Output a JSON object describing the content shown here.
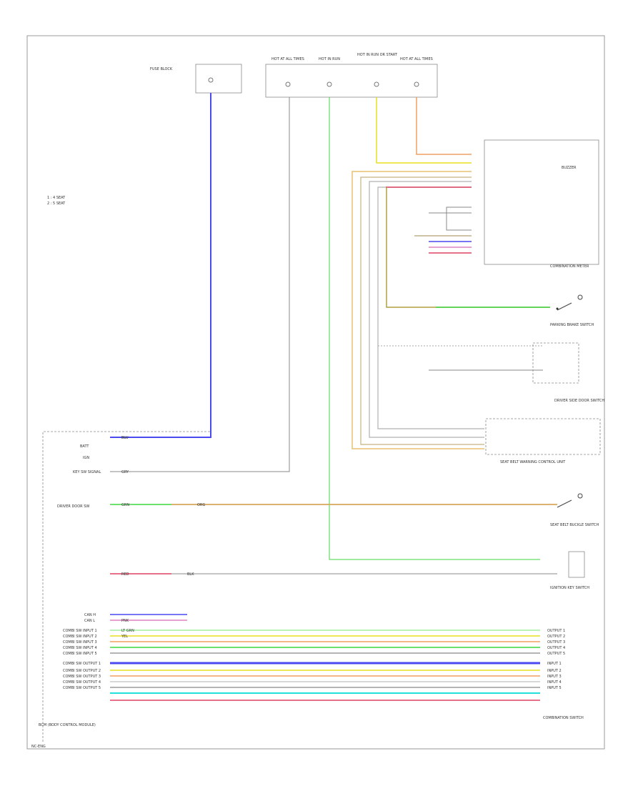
{
  "footer": {
    "code": "NC-ENG"
  },
  "legend": {
    "line1": "1 : 4 SEAT",
    "line2": "2 : 5 SEAT"
  },
  "components": {
    "fuse_left": "FUSE BLOCK",
    "fuse1": "HOT AT ALL TIMES",
    "fuse2": "HOT IN RUN",
    "fuse3": "HOT IN RUN OR START",
    "fuse4": "HOT AT ALL TIMES",
    "buzzer": "BUZZER",
    "combination_meter": "COMBINATION METER",
    "parking_brake_switch": "PARKING BRAKE SWITCH",
    "door_switch": "DRIVER SIDE DOOR SWITCH",
    "seat_belt": "SEAT BELT BUCKLE SWITCH",
    "ecm_bcm": "BCM (BODY CONTROL MODULE)",
    "ignition_switch": "IGNITION KEY SWITCH",
    "control_unit": "SEAT BELT WARNING CONTROL UNIT",
    "combination_switch": "COMBINATION SWITCH"
  },
  "wire_labels": {
    "blu": "BLU",
    "grn": "GRN",
    "yel": "YEL",
    "org": "ORG",
    "gry": "GRY",
    "red": "RED",
    "pnk": "PNK",
    "blk": "BLK",
    "lt_grn": "LT GRN"
  },
  "left_labels": {
    "can_h": "CAN H",
    "can_l": "CAN L",
    "batt": "BATT",
    "ign": "IGN",
    "door": "DRIVER DOOR SW",
    "key": "KEY SW SIGNAL",
    "cs_in1": "COMBI SW INPUT 1",
    "cs_in2": "COMBI SW INPUT 2",
    "cs_in3": "COMBI SW INPUT 3",
    "cs_in4": "COMBI SW INPUT 4",
    "cs_in5": "COMBI SW INPUT 5",
    "cs_out1": "COMBI SW OUTPUT 1",
    "cs_out2": "COMBI SW OUTPUT 2",
    "cs_out3": "COMBI SW OUTPUT 3",
    "cs_out4": "COMBI SW OUTPUT 4",
    "cs_out5": "COMBI SW OUTPUT 5"
  },
  "right_labels": {
    "out1": "OUTPUT 1",
    "out2": "OUTPUT 2",
    "out3": "OUTPUT 3",
    "out4": "OUTPUT 4",
    "out5": "OUTPUT 5",
    "in1": "INPUT 1",
    "in2": "INPUT 2",
    "in3": "INPUT 3",
    "in4": "INPUT 4",
    "in5": "INPUT 5"
  }
}
